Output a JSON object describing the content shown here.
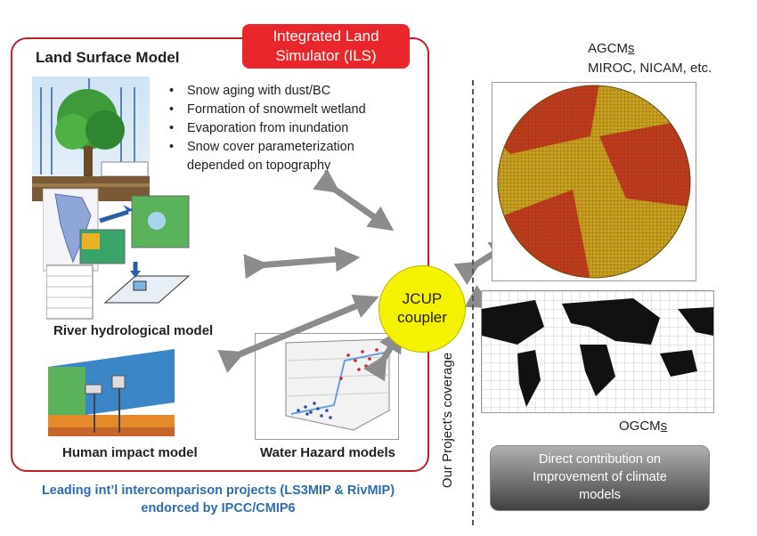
{
  "ils": {
    "badge_line1": "Integrated Land",
    "badge_line2": "Simulator (ILS)"
  },
  "land_surface": {
    "title": "Land Surface Model",
    "bullets": [
      "Snow aging with dust/BC",
      "Formation of snowmelt wetland",
      "Evaporation from inundation",
      "Snow cover parameterization"
    ],
    "bullet_continuation": "depended on topography"
  },
  "labels": {
    "river": "River hydrological model",
    "human": "Human impact model",
    "hazard": "Water Hazard models",
    "jcup_line1": "JCUP",
    "jcup_line2": "coupler"
  },
  "agcm": {
    "title_prefix": "AGCM",
    "title_suffix": "s",
    "models": "MIROC, NICAM, etc."
  },
  "ogcm": {
    "title_prefix": "OGCM",
    "title_suffix": "s"
  },
  "direct": {
    "line1": "Direct contribution on",
    "line2": "Improvement of climate",
    "line3": "models"
  },
  "coverage": "Our Project's coverage",
  "footer": {
    "line1": "Leading int’l intercomparison projects (LS3MIP & RivMIP)",
    "line2": "endorced by IPCC/CMIP6"
  },
  "colors": {
    "ils_red": "#e8262c",
    "jcup_yellow": "#f5f200",
    "footer_blue": "#2e6cb0",
    "globe_red": "#c23a1e",
    "globe_yellow": "#c8a21e"
  }
}
